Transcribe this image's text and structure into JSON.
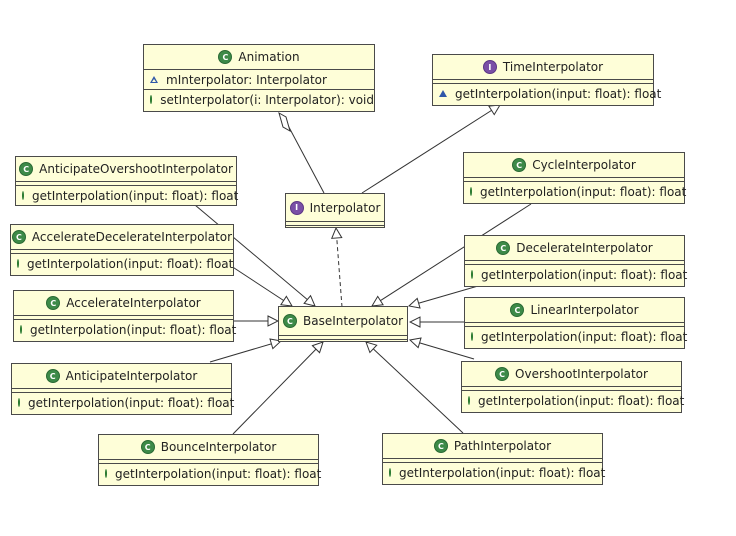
{
  "animation": {
    "name": "Animation",
    "field": "mInterpolator: Interpolator",
    "method": "setInterpolator(i: Interpolator): void"
  },
  "time_interpolator": {
    "name": "TimeInterpolator",
    "method": "getInterpolation(input: float): float"
  },
  "interpolator": {
    "name": "Interpolator"
  },
  "base_interpolator": {
    "name": "BaseInterpolator"
  },
  "classes": {
    "anticipate_overshoot": {
      "name": "AnticipateOvershootInterpolator",
      "method": "getInterpolation(input: float): float"
    },
    "accelerate_decelerate": {
      "name": "AccelerateDecelerateInterpolator",
      "method": "getInterpolation(input: float): float"
    },
    "accelerate": {
      "name": "AccelerateInterpolator",
      "method": "getInterpolation(input: float): float"
    },
    "anticipate": {
      "name": "AnticipateInterpolator",
      "method": "getInterpolation(input: float): float"
    },
    "bounce": {
      "name": "BounceInterpolator",
      "method": "getInterpolation(input: float): float"
    },
    "path": {
      "name": "PathInterpolator",
      "method": "getInterpolation(input: float): float"
    },
    "cycle": {
      "name": "CycleInterpolator",
      "method": "getInterpolation(input: float): float"
    },
    "decelerate": {
      "name": "DecelerateInterpolator",
      "method": "getInterpolation(input: float): float"
    },
    "linear": {
      "name": "LinearInterpolator",
      "method": "getInterpolation(input: float): float"
    },
    "overshoot": {
      "name": "OvershootInterpolator",
      "method": "getInterpolation(input: float): float"
    }
  },
  "colors": {
    "box_fill": "#fefed8",
    "border": "#4a4a4a",
    "class_icon": "#3d8a48",
    "interface_icon": "#7a4fa6",
    "public_method": "#3aa040",
    "protected_marker": "#2f57a8"
  }
}
